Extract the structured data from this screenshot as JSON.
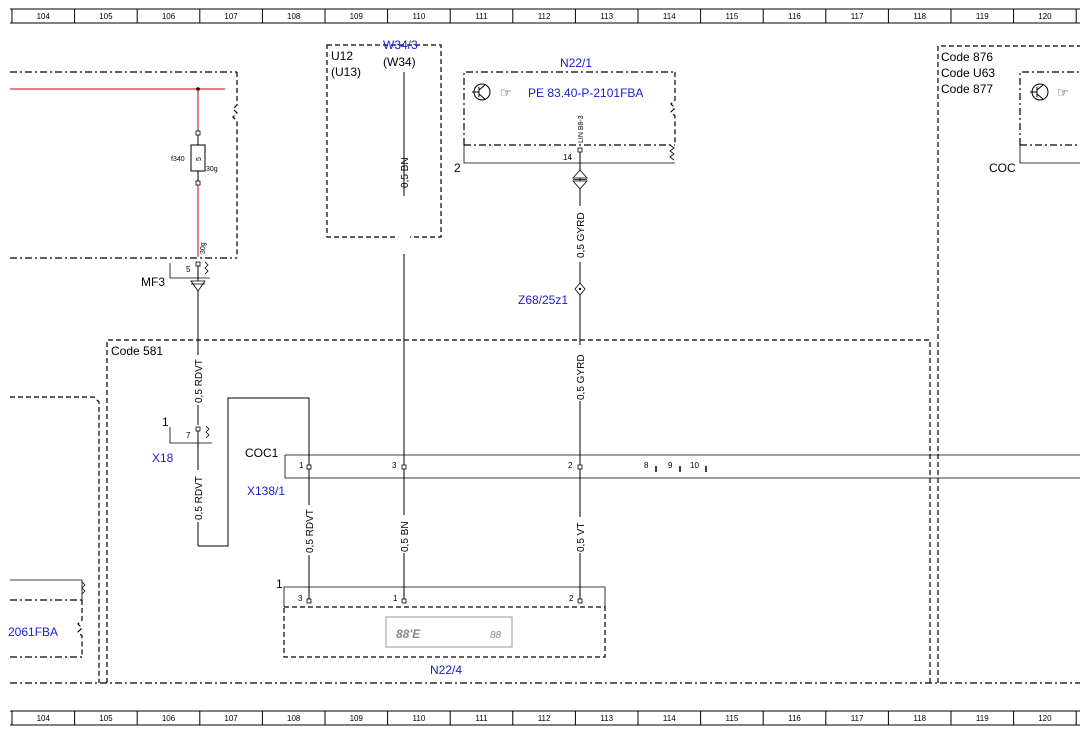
{
  "ruler": {
    "columns": [
      "104",
      "105",
      "106",
      "107",
      "108",
      "109",
      "110",
      "111",
      "112",
      "113",
      "114",
      "115",
      "116",
      "117",
      "118",
      "119",
      "120"
    ]
  },
  "components": {
    "u12": {
      "name": "U12",
      "alt": "(U13)"
    },
    "w34": {
      "name": "W34/3",
      "alt": "(W34)"
    },
    "n22_1": {
      "name": "N22/1",
      "ref": "PE 83.40-P-2101FBA",
      "pin_label": "LIN B8-3",
      "pin_num": "14",
      "side_num": "2"
    },
    "codes_right": [
      "Code 876",
      "Code U63",
      "Code 877"
    ],
    "coc_right": "COC",
    "fuse": {
      "label": "f340",
      "rating": "5",
      "side": "30g",
      "bottom": "30g"
    },
    "mf3": {
      "name": "MF3",
      "pin": "5"
    },
    "code581": "Code 581",
    "x18": {
      "name": "X18",
      "num": "1",
      "pin": "7"
    },
    "coc1": "COC1",
    "x138": {
      "name": "X138/1",
      "pins": [
        "1",
        "3",
        "2",
        "8",
        "9",
        "10"
      ]
    },
    "z68": "Z68/25z1",
    "n22_4": {
      "name": "N22/4",
      "num": "1",
      "pins": [
        "3",
        "1",
        "2"
      ],
      "glyph_left": "88'E",
      "glyph_right": "88"
    },
    "left_ref": "2061FBA"
  },
  "wires": {
    "red_vt_upper": "0,5 RDVT",
    "red_vt_lower": "0,5 RDVT",
    "red_vt_n22": "0,5 RDVT",
    "bn_upper": "0,5 BN",
    "bn_lower": "0,5 BN",
    "gyrd_upper": "0,5 GYRD",
    "gyrd_lower": "0,5 GYRD",
    "vt_lower": "0,5 VT"
  },
  "colors": {
    "wire_red": "#cc0000",
    "blue_text": "#1a1ad6"
  }
}
